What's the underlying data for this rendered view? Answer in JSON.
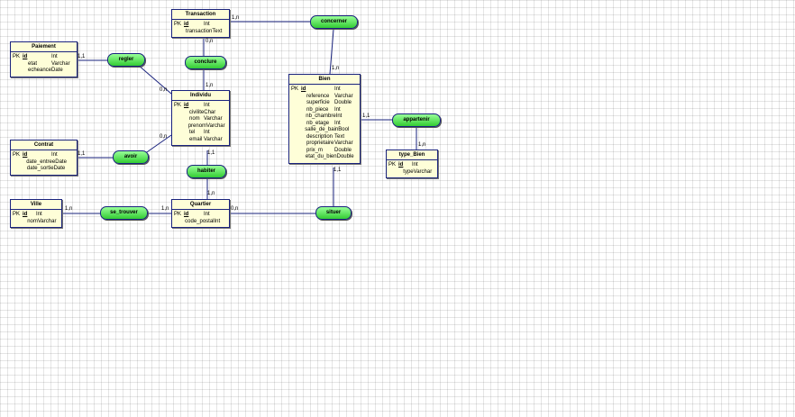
{
  "entities": {
    "transaction": {
      "title": "Transaction",
      "attrs": [
        {
          "pk": "PK",
          "name": "id",
          "type": "Int"
        },
        {
          "pk": "",
          "name": "transaction",
          "type": "Text"
        }
      ]
    },
    "paiement": {
      "title": "Paiement",
      "attrs": [
        {
          "pk": "PK",
          "name": "id",
          "type": "Int"
        },
        {
          "pk": "",
          "name": "etat",
          "type": "Varchar"
        },
        {
          "pk": "",
          "name": "echeance",
          "type": "Date"
        }
      ]
    },
    "individu": {
      "title": "Individu",
      "attrs": [
        {
          "pk": "PK",
          "name": "id",
          "type": "Int"
        },
        {
          "pk": "",
          "name": "civilite",
          "type": "Char"
        },
        {
          "pk": "",
          "name": "nom",
          "type": "Varchar"
        },
        {
          "pk": "",
          "name": "prenom",
          "type": "Varchar"
        },
        {
          "pk": "",
          "name": "tel",
          "type": "Int"
        },
        {
          "pk": "",
          "name": "email",
          "type": "Varchar"
        }
      ]
    },
    "bien": {
      "title": "Bien",
      "attrs": [
        {
          "pk": "PK",
          "name": "id",
          "type": "Int"
        },
        {
          "pk": "",
          "name": "reference",
          "type": "Varchar"
        },
        {
          "pk": "",
          "name": "superficie",
          "type": "Double"
        },
        {
          "pk": "",
          "name": "nb_piece",
          "type": "Int"
        },
        {
          "pk": "",
          "name": "nb_chambre",
          "type": "Int"
        },
        {
          "pk": "",
          "name": "nb_etage",
          "type": "Int"
        },
        {
          "pk": "",
          "name": "salle_de_bain",
          "type": "Bool"
        },
        {
          "pk": "",
          "name": "description",
          "type": "Text"
        },
        {
          "pk": "",
          "name": "proprietaire",
          "type": "Varchar"
        },
        {
          "pk": "",
          "name": "prix_m",
          "type": "Double"
        },
        {
          "pk": "",
          "name": "etat_du_bien",
          "type": "Double"
        }
      ]
    },
    "contrat": {
      "title": "Contrat",
      "attrs": [
        {
          "pk": "PK",
          "name": "id",
          "type": "Int"
        },
        {
          "pk": "",
          "name": "date_entree",
          "type": "Date"
        },
        {
          "pk": "",
          "name": "date_sortie",
          "type": "Date"
        }
      ]
    },
    "type_bien": {
      "title": "type_Bien",
      "attrs": [
        {
          "pk": "PK",
          "name": "id",
          "type": "Int"
        },
        {
          "pk": "",
          "name": "type",
          "type": "Varchar"
        }
      ]
    },
    "ville": {
      "title": "Ville",
      "attrs": [
        {
          "pk": "PK",
          "name": "id",
          "type": "Int"
        },
        {
          "pk": "",
          "name": "nom",
          "type": "Varchar"
        }
      ]
    },
    "quartier": {
      "title": "Quartier",
      "attrs": [
        {
          "pk": "PK",
          "name": "id",
          "type": "Int"
        },
        {
          "pk": "",
          "name": "code_postal",
          "type": "Int"
        }
      ]
    }
  },
  "associations": {
    "concerner": "concerner",
    "regler": "regler",
    "conclure": "conclure",
    "appartenir": "appartenir",
    "avoir": "avoir",
    "habiter": "habiter",
    "se_trouver": "se_trouver",
    "situer": "situer"
  },
  "cardinalities": {
    "transaction_concerner": "1,n",
    "bien_concerner": "1,n",
    "transaction_conclure": "0,n",
    "individu_conclure": "1,n",
    "paiement_regler": "1,1",
    "individu_regler": "0,n",
    "contrat_avoir": "1,1",
    "individu_avoir": "0,n",
    "individu_habiter": "1,1",
    "quartier_habiter": "1,n",
    "bien_appartenir": "1,1",
    "typebien_appartenir": "1,n",
    "ville_setrouver": "1,n",
    "quartier_setrouver": "1,n",
    "quartier_situer": "0,n",
    "bien_situer": "1,1"
  }
}
